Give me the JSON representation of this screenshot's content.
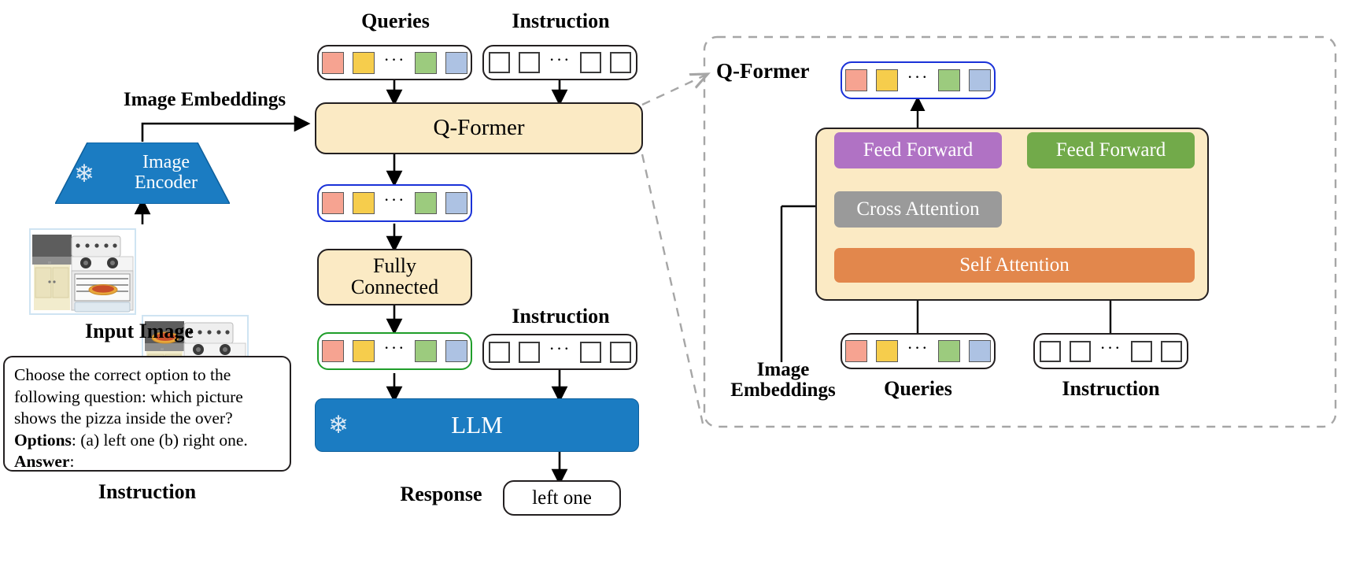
{
  "diagram": {
    "title": "InstructBLIP-style vision-language architecture",
    "colors": {
      "panel_yellow": "#fbeac4",
      "blue": "#1b7cc2",
      "purple": "#b072c4",
      "green": "#72aa4a",
      "gray": "#9a9a9a",
      "orange": "#e2874c",
      "token_red": "#f6a391",
      "token_yellow": "#f6cd4c",
      "token_green": "#9ccb7e",
      "token_blue": "#adc2e3",
      "highlight_blue": "#1a32d8",
      "highlight_green": "#1f9e2a",
      "dashed_gray": "#a6a6a6"
    }
  },
  "main": {
    "queries_label": "Queries",
    "instruction_label_top": "Instruction",
    "instruction_label_mid": "Instruction",
    "image_embeddings_label": "Image Embeddings",
    "image_encoder_label_line1": "Image",
    "image_encoder_label_line2": "Encoder",
    "qformer_label": "Q-Former",
    "fully_connected_line1": "Fully",
    "fully_connected_line2": "Connected",
    "llm_label": "LLM",
    "input_image_label": "Input Image",
    "instruction_caption": "Instruction",
    "response_label": "Response",
    "response_value": "left one",
    "snowflake_icon": "snowflake-frozen-icon",
    "instruction_text": {
      "line1": "Choose the correct option to the",
      "line2": "following question: which picture",
      "line3": "shows the pizza inside the over?",
      "options_key": "Options",
      "options_value": ": (a) left one (b) right one.",
      "answer_key": "Answer",
      "answer_value": ":"
    },
    "query_tokens": [
      "#f6a391",
      "#f6cd4c",
      "…",
      "#9ccb7e",
      "#adc2e3"
    ],
    "instruction_tokens": [
      "□",
      "□",
      "…",
      "□",
      "□"
    ]
  },
  "detail_panel": {
    "title": "Q-Former",
    "output_tokens": [
      "#f6a391",
      "#f6cd4c",
      "…",
      "#9ccb7e",
      "#adc2e3"
    ],
    "blocks": {
      "feed_forward_left": "Feed Forward",
      "feed_forward_right": "Feed Forward",
      "cross_attention": "Cross Attention",
      "self_attention": "Self Attention"
    },
    "image_embeddings_line1": "Image",
    "image_embeddings_line2": "Embeddings",
    "queries_label": "Queries",
    "instruction_label": "Instruction"
  }
}
